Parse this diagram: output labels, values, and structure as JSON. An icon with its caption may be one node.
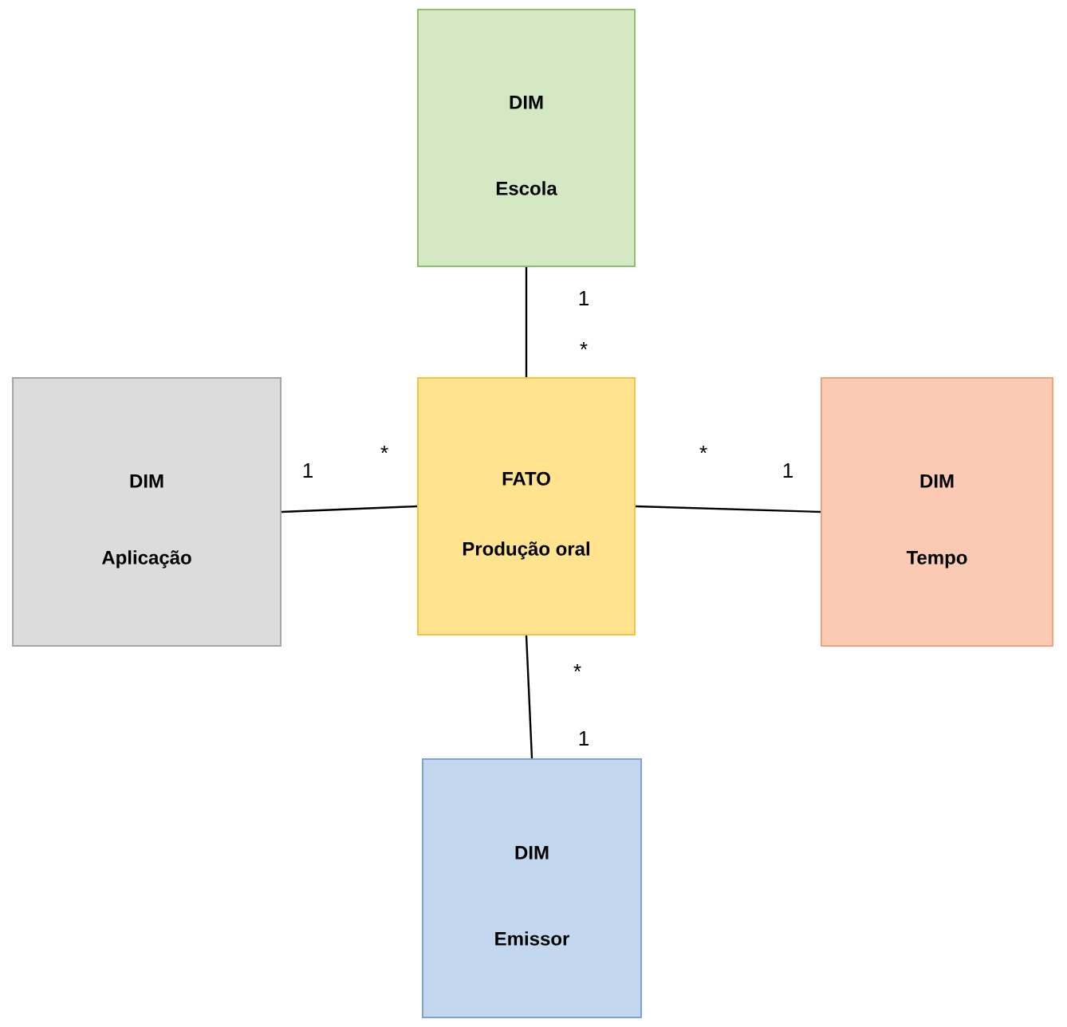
{
  "diagram": {
    "nodes": [
      {
        "text": [
          "DIM",
          "Escola"
        ]
      },
      {
        "text": [
          "DIM",
          "Aplicação"
        ]
      },
      {
        "text": [
          "FATO",
          "Produção oral"
        ]
      },
      {
        "text": [
          "DIM",
          "Tempo"
        ]
      },
      {
        "text": [
          "DIM",
          "Emissor"
        ]
      }
    ],
    "edges": [
      {
        "from": 0,
        "to": 2,
        "arrow": "none"
      },
      {
        "from": 1,
        "to": 2,
        "arrow": "none"
      },
      {
        "from": 2,
        "to": 3,
        "arrow": "none"
      },
      {
        "from": 2,
        "to": 4,
        "arrow": "none"
      }
    ],
    "labels": [
      "1",
      "*",
      "1",
      "*",
      "*",
      "1",
      "*",
      "1"
    ]
  }
}
